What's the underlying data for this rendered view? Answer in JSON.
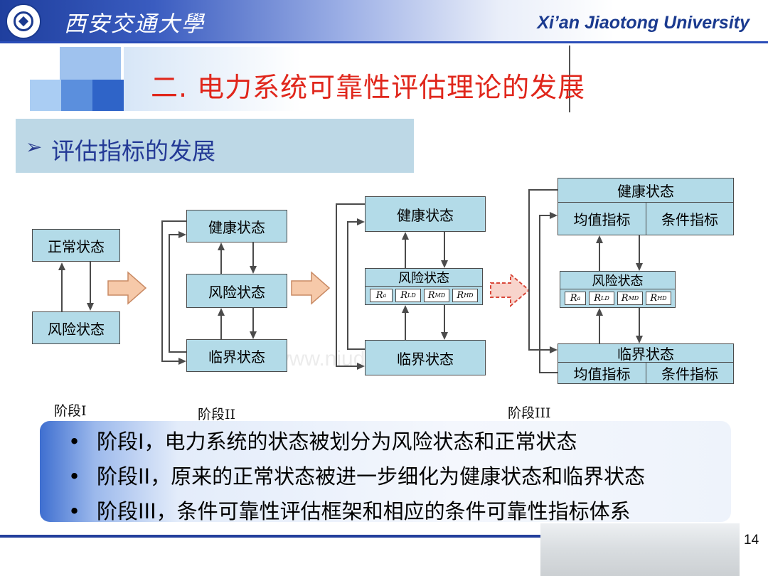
{
  "header": {
    "university_cn": "西安交通大學",
    "university_en": "Xi’an Jiaotong University"
  },
  "title": "二. 电力系统可靠性评估理论的发展",
  "section": {
    "bullet": "➢",
    "heading": "评估指标的发展"
  },
  "diagram": {
    "stage1": {
      "normal": "正常状态",
      "risk": "风险状态",
      "label": "阶段I"
    },
    "stage2": {
      "healthy": "健康状态",
      "risk": "风险状态",
      "critical": "临界状态",
      "label": "阶段II"
    },
    "stage3": {
      "healthy": "健康状态",
      "risk": "风险状态",
      "critical": "临界状态",
      "indices": [
        {
          "base": "R",
          "sub": "a"
        },
        {
          "base": "R",
          "sub": "LD"
        },
        {
          "base": "R",
          "sub": "MD"
        },
        {
          "base": "R",
          "sub": "HD"
        }
      ]
    },
    "stage4": {
      "healthy": "健康状态",
      "risk": "风险状态",
      "critical": "临界状态",
      "mean_index": "均值指标",
      "conditional_index": "条件指标",
      "indices": [
        {
          "base": "R",
          "sub": "a"
        },
        {
          "base": "R",
          "sub": "LD"
        },
        {
          "base": "R",
          "sub": "MD"
        },
        {
          "base": "R",
          "sub": "HD"
        }
      ],
      "label": "阶段III"
    },
    "watermark": "www.niuduiyuan.com"
  },
  "bullets": [
    {
      "dot": "•",
      "text": "阶段I，电力系统的状态被划分为风险状态和正常状态"
    },
    {
      "dot": "•",
      "text": "阶段II，原来的正常状态被进一步细化为健康状态和临界状态"
    },
    {
      "dot": "•",
      "text": "阶段III，条件可靠性评估框架和相应的条件可靠性指标体系"
    }
  ],
  "page_number": "14",
  "colors": {
    "title": "#e0261b",
    "header_blue": "#2a4db8",
    "box_fill": "#b3dbe8",
    "section_fill": "#bdd8e6"
  }
}
